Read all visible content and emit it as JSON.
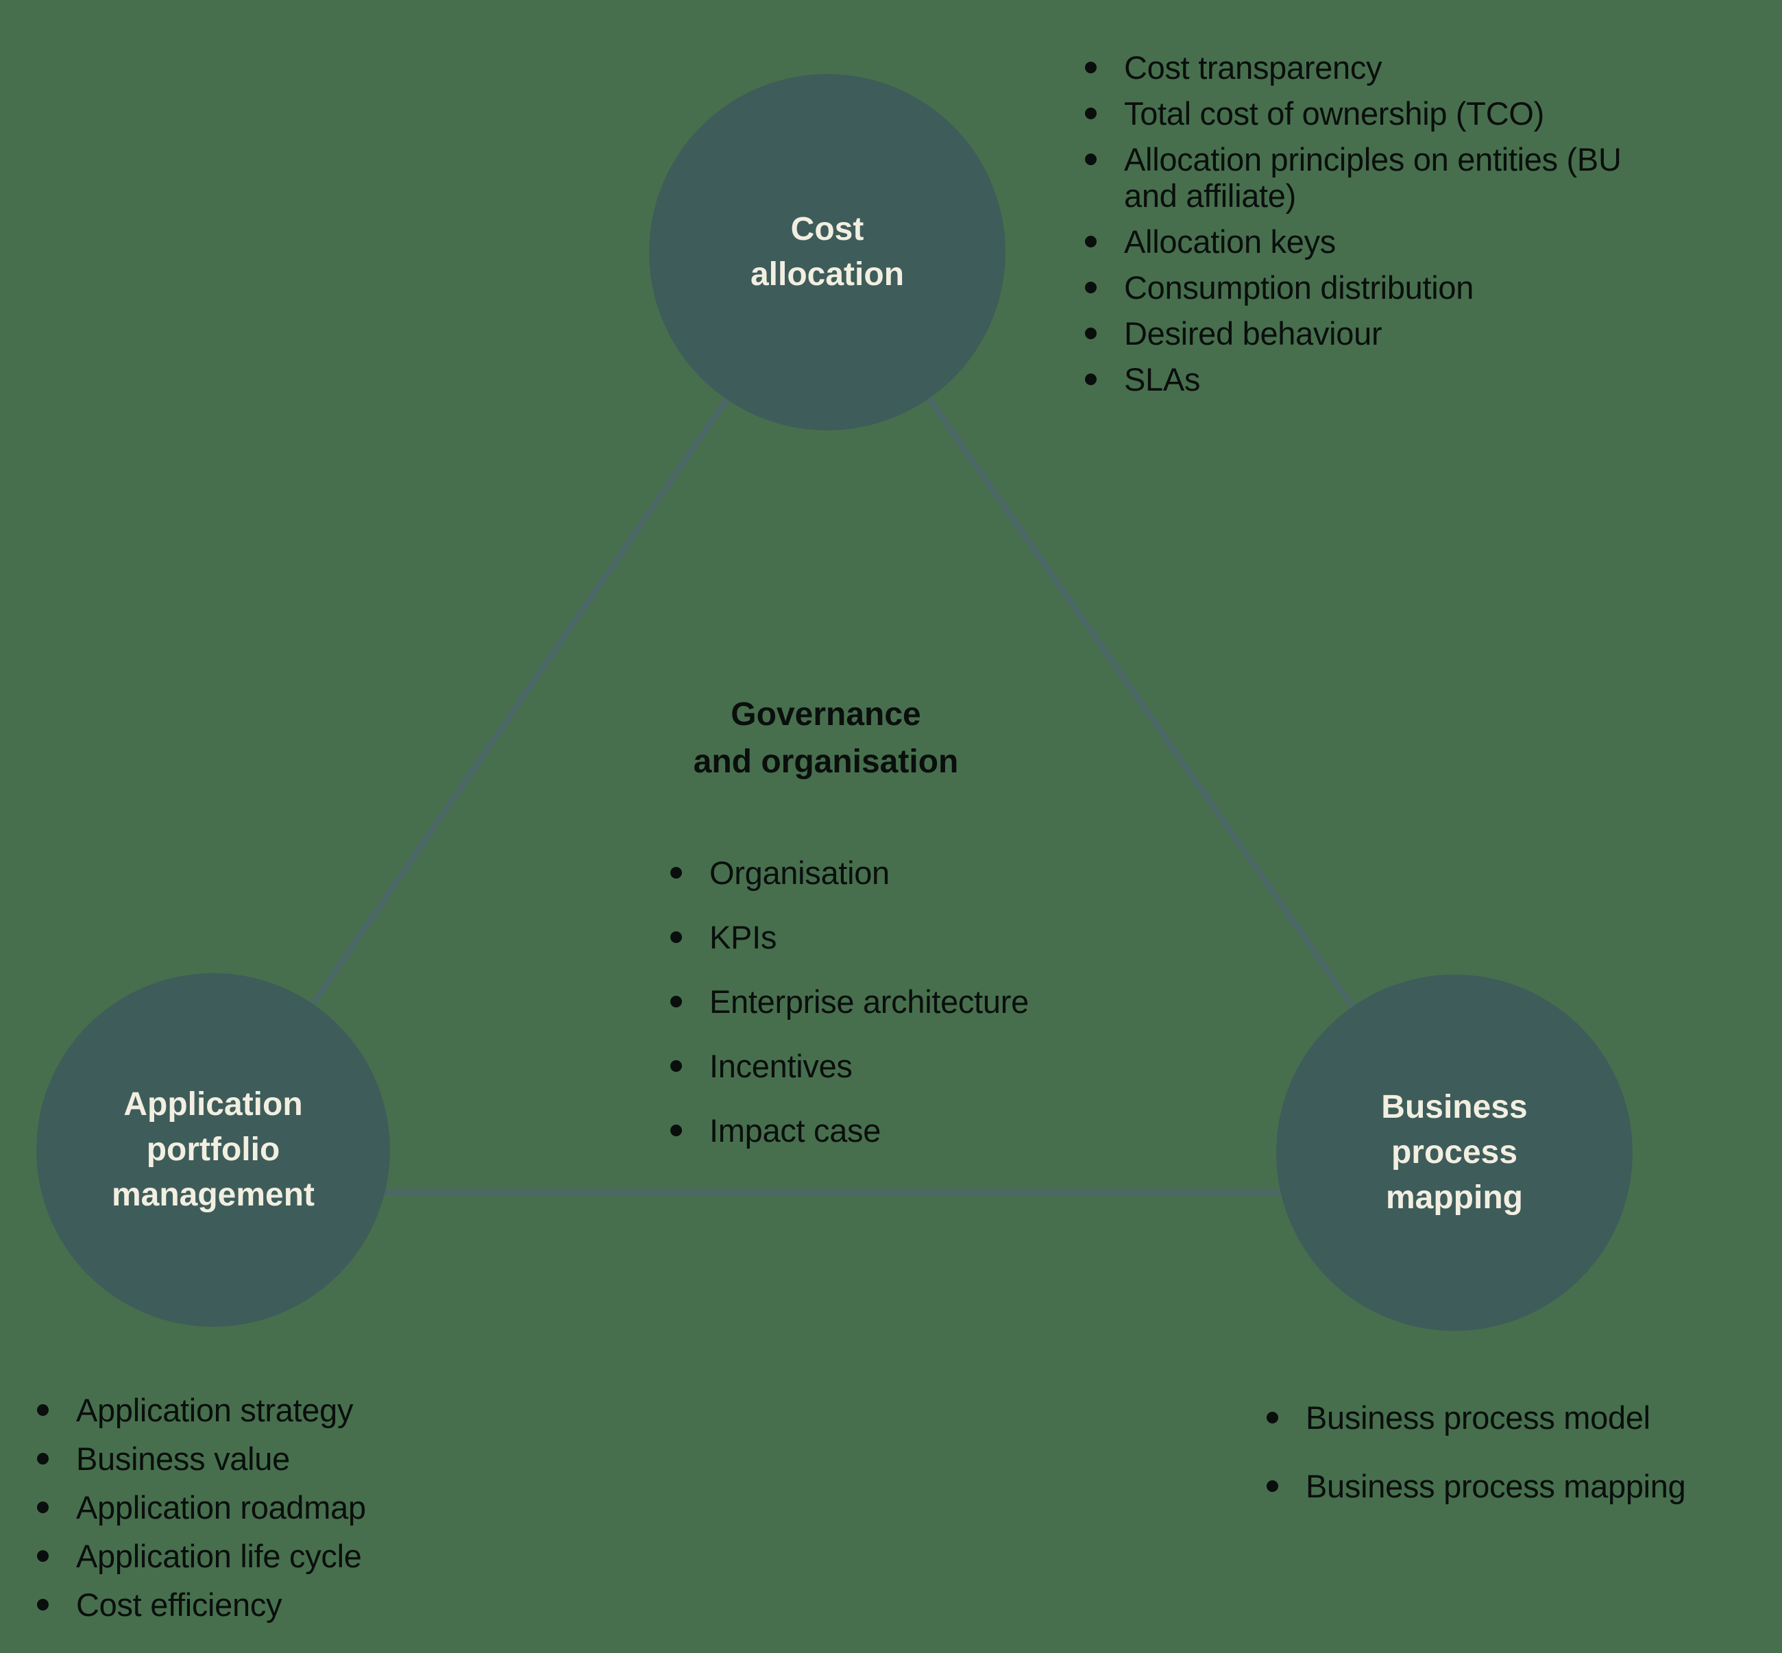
{
  "colors": {
    "background": "#476f4e",
    "circle_fill": "#3e5c5a",
    "connector_line": "#4b6866",
    "circle_text": "#f2efe1",
    "body_text": "#0a0e0c"
  },
  "circles": {
    "cost_allocation": {
      "lines": [
        "Cost",
        "allocation"
      ]
    },
    "application_portfolio": {
      "lines": [
        "Application",
        "portfolio",
        "management"
      ]
    },
    "business_process": {
      "lines": [
        "Business",
        "process",
        "mapping"
      ]
    }
  },
  "center": {
    "title_lines": [
      "Governance",
      "and organisation"
    ],
    "items": [
      "Organisation",
      "KPIs",
      "Enterprise architecture",
      "Incentives",
      "Impact case"
    ]
  },
  "lists": {
    "cost_allocation_items": [
      "Cost transparency",
      "Total cost of ownership (TCO)",
      "Allocation principles on entities (BU and affiliate)",
      "Allocation keys",
      "Consumption distribution",
      "Desired behaviour",
      "SLAs"
    ],
    "application_portfolio_items": [
      "Application strategy",
      "Business value",
      "Application roadmap",
      "Application life cycle",
      "Cost efficiency"
    ],
    "business_process_items": [
      "Business process model",
      "Business process mapping"
    ]
  }
}
